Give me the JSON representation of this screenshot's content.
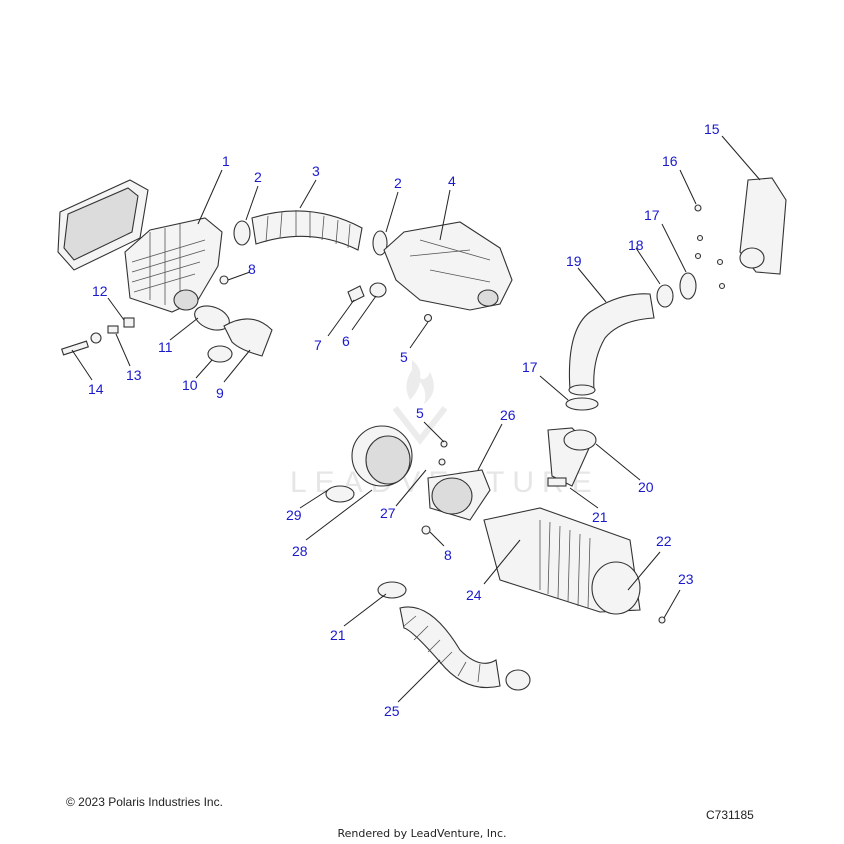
{
  "watermark": "LEADVENTURE",
  "callouts": [
    {
      "label": "1"
    },
    {
      "label": "2"
    },
    {
      "label": "3"
    },
    {
      "label": "2"
    },
    {
      "label": "4"
    },
    {
      "label": "15"
    },
    {
      "label": "16"
    },
    {
      "label": "17"
    },
    {
      "label": "18"
    },
    {
      "label": "19"
    },
    {
      "label": "8"
    },
    {
      "label": "12"
    },
    {
      "label": "11"
    },
    {
      "label": "13"
    },
    {
      "label": "14"
    },
    {
      "label": "10"
    },
    {
      "label": "9"
    },
    {
      "label": "7"
    },
    {
      "label": "6"
    },
    {
      "label": "5"
    },
    {
      "label": "17"
    },
    {
      "label": "5"
    },
    {
      "label": "26"
    },
    {
      "label": "20"
    },
    {
      "label": "29"
    },
    {
      "label": "27"
    },
    {
      "label": "21"
    },
    {
      "label": "28"
    },
    {
      "label": "8"
    },
    {
      "label": "22"
    },
    {
      "label": "24"
    },
    {
      "label": "23"
    },
    {
      "label": "21"
    },
    {
      "label": "25"
    }
  ],
  "footer": {
    "copyright": "© 2023 Polaris Industries Inc.",
    "diagram_id": "C731185",
    "rendered_by": "Rendered by LeadVenture, Inc."
  }
}
